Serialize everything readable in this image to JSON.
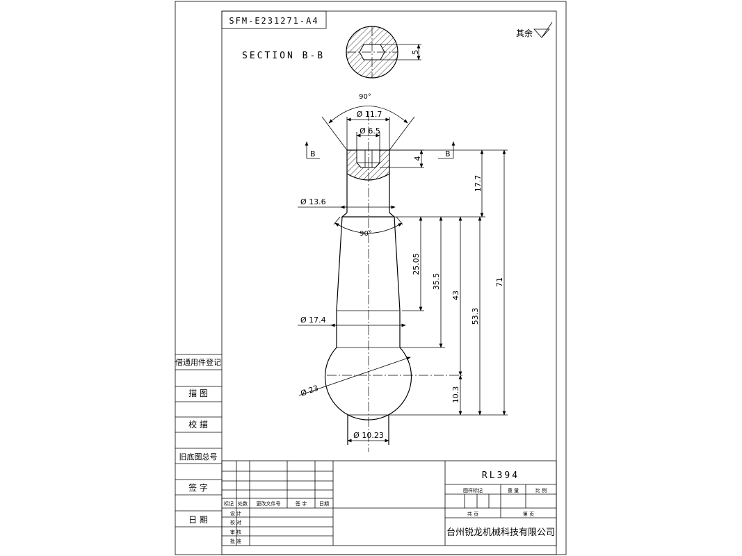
{
  "drawing": {
    "drawing_number": "SFM-E231271-A4",
    "section_label": "SECTION B-B",
    "section_marker_left": "B",
    "section_marker_right": "B",
    "roughness_note": "其余",
    "dimensions": {
      "section_flat": "5",
      "angle_top": "90°",
      "dia_11_7": "Ø 11.7",
      "dia_6_5": "Ø 6.5",
      "depth_4": "4",
      "len_17_7": "17.7",
      "dia_13_6": "Ø 13.6",
      "angle_mid": "90°",
      "len_25_05": "25.05",
      "len_35_5": "35.5",
      "len_43": "43",
      "len_53_3": "53.3",
      "len_71": "71",
      "dia_17_4": "Ø 17.4",
      "dia_23": "Ø 23",
      "len_10_3": "10.3",
      "dia_10_23": "Ø 10.23"
    }
  },
  "side_panel": {
    "labels": [
      "借通用件登记",
      "描 图",
      "校 描",
      "旧底图总号",
      "签 字",
      "日 期"
    ]
  },
  "title_block": {
    "part_number": "RL394",
    "col_labels": [
      "标记",
      "处数",
      "更改文件号",
      "签 字",
      "日期"
    ],
    "row_labels": [
      "设 计",
      "校 对",
      "审 核",
      "批 准"
    ],
    "stage_mark": "图样标记",
    "weight": "重 量",
    "scale": "比 例",
    "total_sheets": "共 页",
    "sheet_no": "第 页",
    "company": "台州锐龙机械科技有限公司"
  }
}
